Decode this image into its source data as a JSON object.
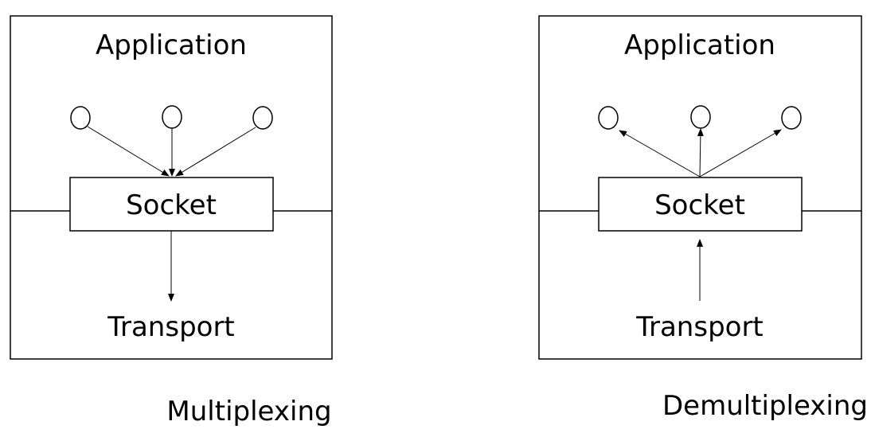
{
  "multiplexing": {
    "application_label": "Application",
    "socket_label": "Socket",
    "transport_label": "Transport",
    "caption": "Multiplexing"
  },
  "demultiplexing": {
    "application_label": "Application",
    "socket_label": "Socket",
    "transport_label": "Transport",
    "caption": "Demultiplexing"
  },
  "colors": {
    "stroke": "#000000",
    "background": "#ffffff"
  }
}
